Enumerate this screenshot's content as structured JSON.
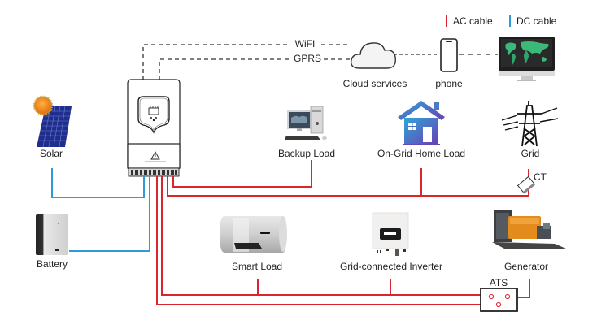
{
  "legend": {
    "ac": {
      "label": "AC cable",
      "color": "#d9252e"
    },
    "dc": {
      "label": "DC cable",
      "color": "#2e9bd6"
    }
  },
  "links": {
    "wifi": "WiFI",
    "gprs": "GPRS"
  },
  "nodes": {
    "cloud": "Cloud services",
    "phone": "phone",
    "solar": "Solar",
    "battery": "Battery",
    "backup_load": "Backup Load",
    "home_load": "On-Grid Home Load",
    "grid": "Grid",
    "ct": "CT",
    "smart_load": "Smart Load",
    "grid_inverter": "Grid-connected Inverter",
    "generator": "Generator",
    "ats": "ATS"
  },
  "colors": {
    "ac": "#d9252e",
    "dc": "#2e9bd6",
    "dashed": "#333333"
  }
}
